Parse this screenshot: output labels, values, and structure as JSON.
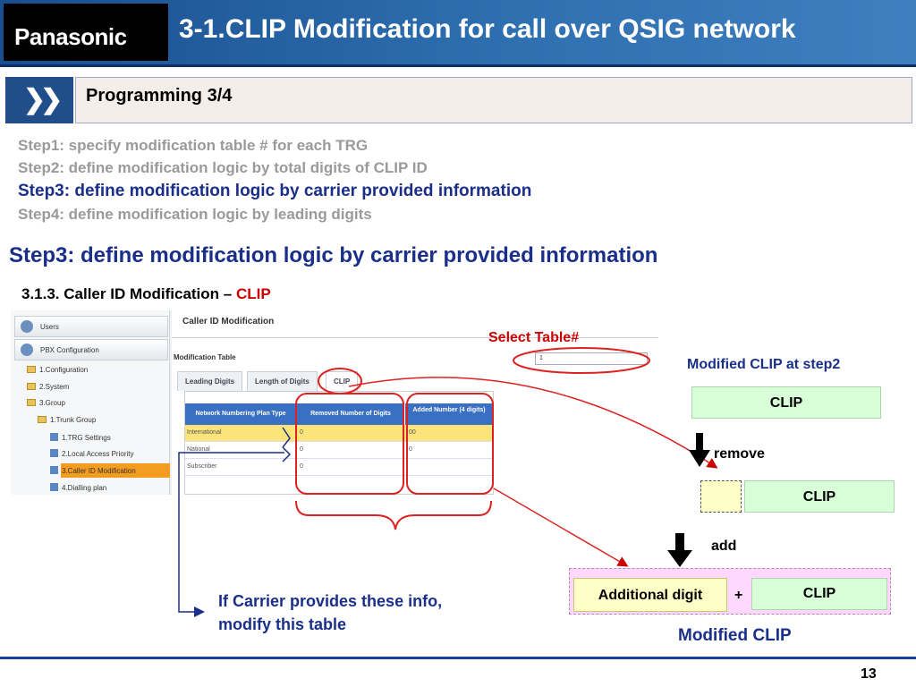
{
  "header": {
    "logo": "Panasonic",
    "title": "3-1.CLIP Modification for call over QSIG network"
  },
  "section": {
    "icon": "double-chevron-right",
    "title": "Programming 3/4"
  },
  "steps": [
    "Step1: specify modification table # for each TRG",
    "Step2: define modification logic by total digits of CLIP ID",
    "Step3: define modification logic by carrier provided information",
    "Step4: define modification logic by leading digits"
  ],
  "main_heading": "Step3: define modification logic by carrier provided information",
  "sub_heading": {
    "prefix": "3.1.3. Caller ID Modification – ",
    "highlight": "CLIP"
  },
  "screenshot": {
    "sidebar": {
      "users": "Users",
      "pbx_config": "PBX Configuration",
      "tree": [
        "1.Configuration",
        "2.System",
        "3.Group",
        "1.Trunk Group",
        "1.TRG Settings",
        "2.Local Access Priority",
        "3.Caller ID Modification",
        "4.Dialling plan"
      ]
    },
    "panel_title": "Caller ID Modification",
    "modification_table_label": "Modification Table",
    "modification_table_value": "1",
    "tabs": [
      "Leading Digits",
      "Length of Digits",
      "CLIP"
    ],
    "columns": [
      "Network Numbering Plan Type",
      "Removed Number of Digits",
      "Added Number (4 digits)"
    ],
    "rows": [
      {
        "type": "International",
        "removed": "0",
        "added": "00"
      },
      {
        "type": "National",
        "removed": "0",
        "added": "0"
      },
      {
        "type": "Subscriber",
        "removed": "0",
        "added": ""
      }
    ]
  },
  "annotations": {
    "select_table": "Select Table#",
    "carrier_note_line1": "If Carrier provides these info,",
    "carrier_note_line2": "modify this table"
  },
  "diagram": {
    "modified_at_step2": "Modified CLIP at step2",
    "clip": "CLIP",
    "remove": "remove",
    "add": "add",
    "additional_digit": "Additional digit",
    "plus": "+",
    "modified_clip": "Modified CLIP"
  },
  "page_number": "13",
  "colors": {
    "title_blue": "#1a2f8a",
    "accent_red": "#cc0000",
    "clip_green": "#d8ffd8",
    "digit_yellow": "#ffffc8",
    "pink": "#ffd8ff"
  }
}
